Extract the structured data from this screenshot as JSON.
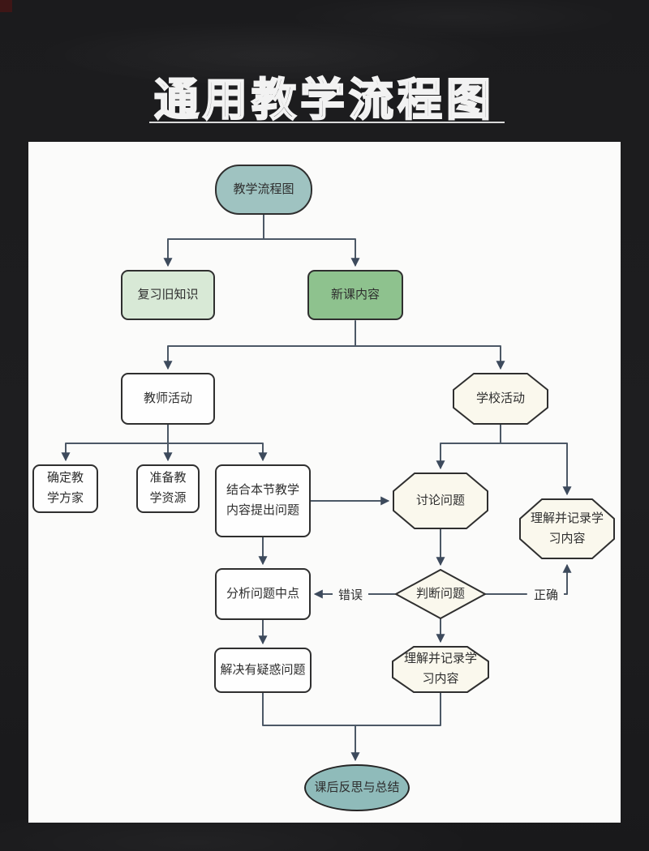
{
  "page": {
    "title": "通用教学流程图"
  },
  "flowchart": {
    "nodes": {
      "start": {
        "label": "教学流程图",
        "shape": "stadium"
      },
      "review": {
        "label": "复习旧知识",
        "shape": "rect"
      },
      "new_lesson": {
        "label": "新课内容",
        "shape": "rect"
      },
      "teacher_activity": {
        "label": "教师活动",
        "shape": "rect"
      },
      "school_activity": {
        "label": "学校活动",
        "shape": "octagon"
      },
      "define_plan": {
        "label": "确定教\n学方家",
        "shape": "rect"
      },
      "prepare_resources": {
        "label": "准备教\n学资源",
        "shape": "rect"
      },
      "raise_questions": {
        "label": "结合本节教学\n内容提出问题",
        "shape": "rect"
      },
      "discuss_questions": {
        "label": "讨论问题",
        "shape": "octagon"
      },
      "record_right": {
        "label": "理解并记录学\n习内容",
        "shape": "octagon"
      },
      "analyze_questions": {
        "label": "分析问题中点",
        "shape": "rect"
      },
      "judge_questions": {
        "label": "判断问题",
        "shape": "diamond"
      },
      "solve_doubts": {
        "label": "解决有疑惑问题",
        "shape": "rect"
      },
      "record_bottom": {
        "label": "理解并记录学\n习内容",
        "shape": "octagon"
      },
      "end": {
        "label": "课后反思与总结",
        "shape": "ellipse"
      }
    },
    "edge_labels": {
      "wrong": "错误",
      "correct": "正确"
    }
  },
  "colors": {
    "page_background": "#1c1c1e",
    "card_background": "#fbfbfa",
    "title_stroke": "#f2f2f2",
    "node_border": "#2f2f2f",
    "start_fill": "#9fc3c1",
    "review_fill": "#d8e9d6",
    "new_lesson_fill": "#8ec28e",
    "white_fill": "#fefefe",
    "octagon_fill": "#faf8ed",
    "end_fill": "#8fbbba",
    "connector": "#4c5866",
    "arrowhead": "#3d4a5c"
  }
}
